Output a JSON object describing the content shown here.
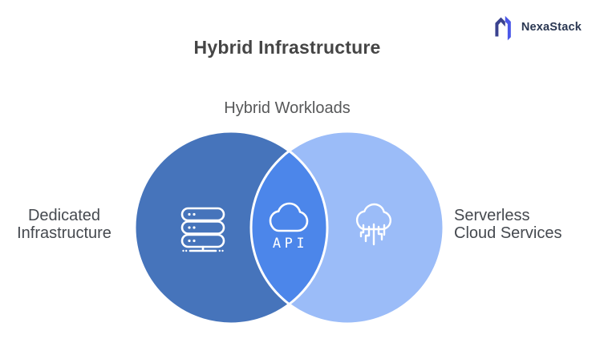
{
  "brand": {
    "name": "NexaStack",
    "mark_dark": "#3a428f",
    "mark_bright": "#4a57e8"
  },
  "page": {
    "title": "Hybrid Infrastructure"
  },
  "venn": {
    "top_label": "Hybrid Workloads",
    "stroke": "#ffffff",
    "left": {
      "name": "Dedicated Infrastructure",
      "label_lines": [
        "Dedicated",
        "Infrastructure"
      ],
      "fill": "#4674bb",
      "icon": "server-rack-icon"
    },
    "right": {
      "name": "Serverless Cloud Services",
      "label_lines": [
        "Serverless",
        "Cloud Services"
      ],
      "fill": "#9bbcf8",
      "icon": "cloud-circuit-icon"
    },
    "intersection": {
      "label": "API",
      "fill": "#4c86ea",
      "icon": "cloud-icon"
    }
  },
  "colors": {
    "title_text": "#454545",
    "subtitle_text": "#575859",
    "label_text": "#45494f",
    "logo_text": "#2a3752"
  }
}
